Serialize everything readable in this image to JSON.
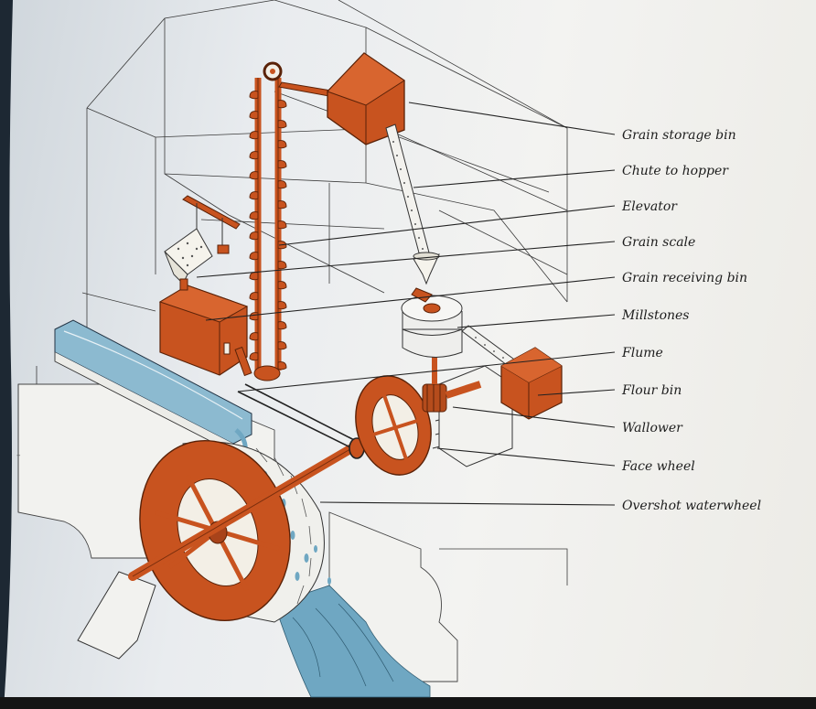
{
  "diagram": {
    "labels": {
      "grain_storage_bin": "Grain storage bin",
      "chute_to_hopper": "Chute to hopper",
      "elevator": "Elevator",
      "grain_scale": "Grain scale",
      "grain_receiving_bin": "Grain receiving bin",
      "millstones": "Millstones",
      "flume": "Flume",
      "flour_bin": "Flour bin",
      "wallower": "Wallower",
      "face_wheel": "Face wheel",
      "overshot_waterwheel": "Overshot waterwheel"
    }
  },
  "colors": {
    "machinery": "#c8531f",
    "machinery_dark": "#8e3712",
    "water": "#6fa7c2",
    "stone": "#e8e9e6",
    "page": "#ecebe6",
    "ink": "#222222"
  }
}
